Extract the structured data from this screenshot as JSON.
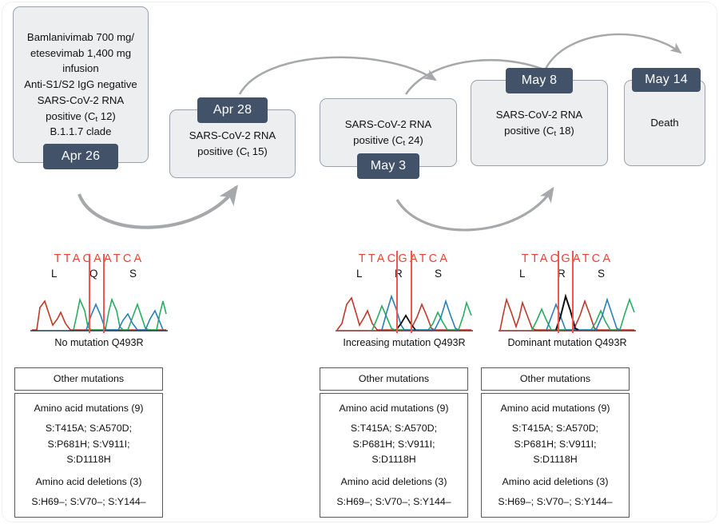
{
  "diagram": {
    "title": "SARS-CoV-2 clinical timeline with Q493R mutation emergence",
    "accent_badge_color": "#415269",
    "card_fill_color": "#eceef0",
    "arrow_color": "#a6a8ab",
    "base_text_color": "#e8443a"
  },
  "timeline": [
    {
      "badge": "Apr 26",
      "badge_position": "bottom",
      "lines": [
        "Bamlanivimab 700 mg/",
        "etesevimab 1,400 mg",
        "infusion",
        "Anti-S1/S2 IgG negative",
        "SARS-CoV-2 RNA",
        "positive (C_t 12)",
        "B.1.1.7 clade"
      ]
    },
    {
      "badge": "Apr 28",
      "badge_position": "top",
      "lines": [
        "SARS-CoV-2 RNA",
        "positive (C_t 15)"
      ]
    },
    {
      "badge": "May 3",
      "badge_position": "bottom",
      "lines": [
        "SARS-CoV-2 RNA",
        "positive (C_t 24)"
      ]
    },
    {
      "badge": "May 8",
      "badge_position": "top",
      "lines": [
        "SARS-CoV-2 RNA",
        "positive (C_t 18)"
      ]
    },
    {
      "badge": "May 14",
      "badge_position": "top",
      "lines": [
        "Death"
      ]
    }
  ],
  "chromatograms": [
    {
      "bases": "TTACAATCA",
      "amino_acids": [
        "L",
        "Q",
        "S"
      ],
      "caption": "No mutation Q493R"
    },
    {
      "bases": "TTACGATCA",
      "amino_acids": [
        "L",
        "R",
        "S"
      ],
      "caption": "Increasing mutation Q493R"
    },
    {
      "bases": "TTACGATCA",
      "amino_acids": [
        "L",
        "R",
        "S"
      ],
      "caption": "Dominant mutation Q493R"
    }
  ],
  "mutation_tables": [
    {
      "header": "Other mutations",
      "mutations_label": "Amino acid mutations (9)",
      "mutations_lines": [
        "S:T415A; S:A570D;",
        "S:P681H; S:V911I;",
        "S:D1118H"
      ],
      "deletions_label": "Amino acid deletions (3)",
      "deletions_lines": [
        "S:H69–; S:V70–; S:Y144–"
      ]
    },
    {
      "header": "Other mutations",
      "mutations_label": "Amino acid mutations (9)",
      "mutations_lines": [
        "S:T415A; S:A570D;",
        "S:P681H; S:V911I;",
        "S:D1118H"
      ],
      "deletions_label": "Amino acid deletions (3)",
      "deletions_lines": [
        "S:H69–; S:V70–; S:Y144–"
      ]
    },
    {
      "header": "Other mutations",
      "mutations_label": "Amino acid mutations (9)",
      "mutations_lines": [
        "S:T415A; S:A570D;",
        "S:P681H; S:V911I;",
        "S:D1118H"
      ],
      "deletions_label": "Amino acid deletions (3)",
      "deletions_lines": [
        "S:H69–; S:V70–; S:Y144–"
      ]
    }
  ]
}
